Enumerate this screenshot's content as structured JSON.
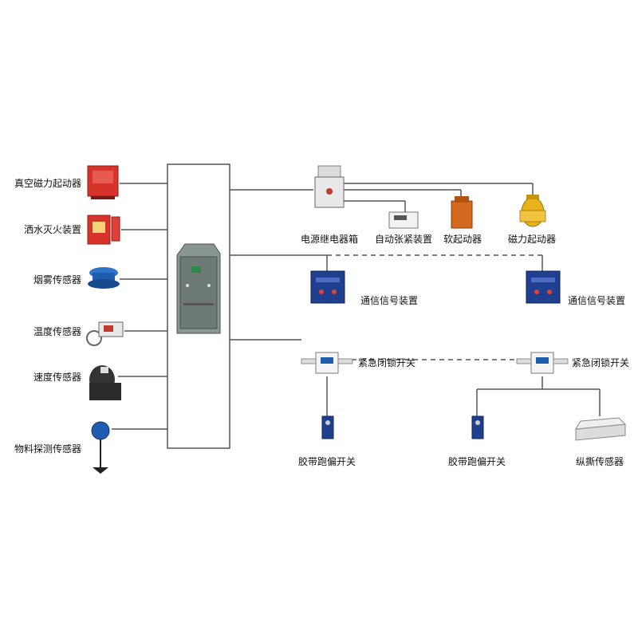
{
  "left_devices": {
    "vacuum_starter": "真空磁力起动器",
    "sprinkler": "洒水灭火装置",
    "smoke_sensor": "烟雾传感器",
    "temp_sensor": "温度传感器",
    "speed_sensor": "速度传感器",
    "material_sensor": "物料探测传感器"
  },
  "top_branch": {
    "relay_box": "电源继电器箱",
    "tension_device": "自动张紧装置",
    "soft_starter": "软起动器",
    "mag_starter": "磁力起动器"
  },
  "middle_branch": {
    "comm_1": "通信信号装置",
    "comm_2": "通信信号装置"
  },
  "bottom_branch": {
    "estop_1": "紧急闭锁开关",
    "estop_2": "紧急闭锁开关",
    "deviation_1": "胶带跑偏开关",
    "deviation_2": "胶带跑偏开关",
    "tear_sensor": "纵撕传感器"
  },
  "colors": {
    "line": "#555555",
    "red_device": "#d8332a",
    "blue_device": "#1f3f8f",
    "yellow_device": "#e8b21c",
    "orange_device": "#d2691e",
    "cabinet": "#8a9690"
  }
}
